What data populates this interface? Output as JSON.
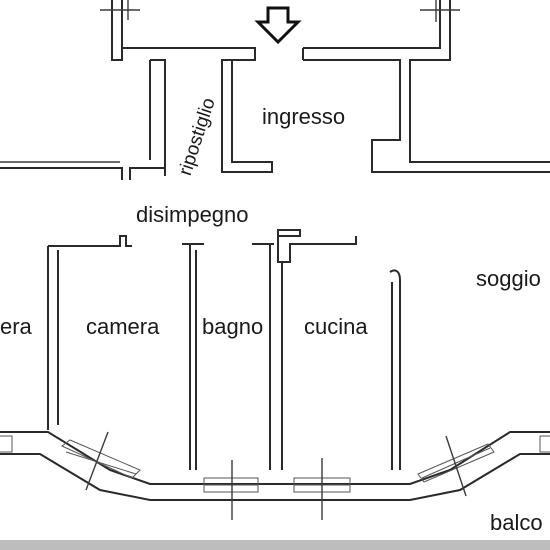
{
  "rooms": {
    "ripostiglio": "ripostiglio",
    "ingresso": "ingresso",
    "disimpegno": "disimpegno",
    "soggiorno": "soggio",
    "camera_left": "era",
    "camera": "camera",
    "bagno": "bagno",
    "cucina": "cucina",
    "balcone": "balco"
  },
  "icons": {
    "entrance": "down-arrow-outline"
  }
}
